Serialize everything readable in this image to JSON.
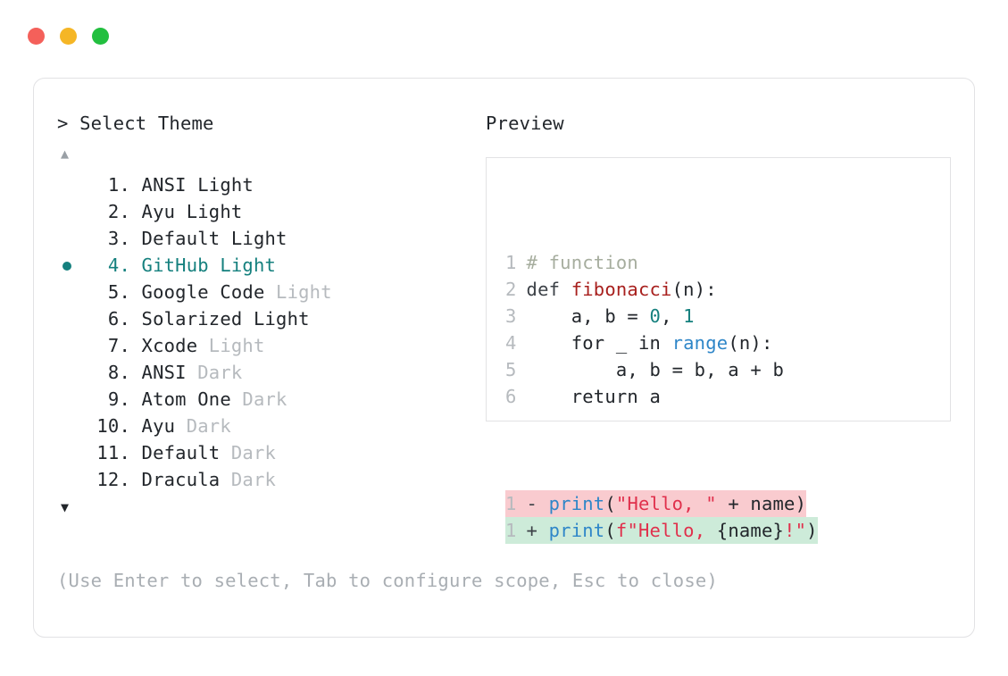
{
  "window": {
    "traffic_lights": [
      {
        "name": "close",
        "color": "#f4605a"
      },
      {
        "name": "minimize",
        "color": "#f5b626"
      },
      {
        "name": "zoom",
        "color": "#22bf3f"
      }
    ]
  },
  "prompt": {
    "text": "> Select Theme",
    "scroll_up_glyph": "▲",
    "scroll_down_glyph": "▼"
  },
  "themes": {
    "selected_index": 4,
    "items": [
      {
        "num": "1.",
        "name": "ANSI",
        "suffix": "Light",
        "suffix_muted": false
      },
      {
        "num": "2.",
        "name": "Ayu",
        "suffix": "Light",
        "suffix_muted": false
      },
      {
        "num": "3.",
        "name": "Default",
        "suffix": "Light",
        "suffix_muted": false
      },
      {
        "num": "4.",
        "name": "GitHub",
        "suffix": "Light",
        "suffix_muted": false
      },
      {
        "num": "5.",
        "name": "Google Code",
        "suffix": "Light",
        "suffix_muted": true
      },
      {
        "num": "6.",
        "name": "Solarized",
        "suffix": "Light",
        "suffix_muted": false
      },
      {
        "num": "7.",
        "name": "Xcode",
        "suffix": "Light",
        "suffix_muted": true
      },
      {
        "num": "8.",
        "name": "ANSI",
        "suffix": "Dark",
        "suffix_muted": true
      },
      {
        "num": "9.",
        "name": "Atom One",
        "suffix": "Dark",
        "suffix_muted": true
      },
      {
        "num": "10.",
        "name": "Ayu",
        "suffix": "Dark",
        "suffix_muted": true
      },
      {
        "num": "11.",
        "name": "Default",
        "suffix": "Dark",
        "suffix_muted": true
      },
      {
        "num": "12.",
        "name": "Dracula",
        "suffix": "Dark",
        "suffix_muted": true
      }
    ]
  },
  "hint": {
    "text": "(Use Enter to select, Tab to configure scope, Esc to close)"
  },
  "preview": {
    "label": "Preview",
    "code_lines": [
      {
        "ln": "1",
        "tokens": [
          {
            "t": " # function",
            "c": "comment"
          }
        ]
      },
      {
        "ln": "2",
        "tokens": [
          {
            "t": " def ",
            "c": "kw"
          },
          {
            "t": "fibonacci",
            "c": "fn"
          },
          {
            "t": "(n):",
            "c": "plain"
          }
        ]
      },
      {
        "ln": "3",
        "tokens": [
          {
            "t": "     a, b = ",
            "c": "plain"
          },
          {
            "t": "0",
            "c": "num"
          },
          {
            "t": ", ",
            "c": "plain"
          },
          {
            "t": "1",
            "c": "num"
          }
        ]
      },
      {
        "ln": "4",
        "tokens": [
          {
            "t": "     for _ in ",
            "c": "plain"
          },
          {
            "t": "range",
            "c": "builtin"
          },
          {
            "t": "(n):",
            "c": "plain"
          }
        ]
      },
      {
        "ln": "5",
        "tokens": [
          {
            "t": "         a, b = b, a + b",
            "c": "plain"
          }
        ]
      },
      {
        "ln": "6",
        "tokens": [
          {
            "t": "     return a",
            "c": "plain"
          }
        ]
      }
    ],
    "diff_lines": [
      {
        "ln": "1",
        "kind": "del",
        "sign": " - ",
        "tokens": [
          {
            "t": "print",
            "c": "builtin"
          },
          {
            "t": "(",
            "c": "plain"
          },
          {
            "t": "\"Hello, \"",
            "c": "str"
          },
          {
            "t": " + name)",
            "c": "plain"
          }
        ]
      },
      {
        "ln": "1",
        "kind": "add",
        "sign": " + ",
        "tokens": [
          {
            "t": "print",
            "c": "builtin"
          },
          {
            "t": "(",
            "c": "plain"
          },
          {
            "t": "f\"Hello, ",
            "c": "str"
          },
          {
            "t": "{name}",
            "c": "plain"
          },
          {
            "t": "!\"",
            "c": "str"
          },
          {
            "t": ")",
            "c": "plain"
          }
        ]
      }
    ]
  },
  "colors": {
    "accent_teal": "#15807e",
    "diff_del_bg": "#f9cbcf",
    "diff_add_bg": "#cdebd9",
    "border": "#e2e2e4",
    "muted_text": "#b6babe"
  }
}
